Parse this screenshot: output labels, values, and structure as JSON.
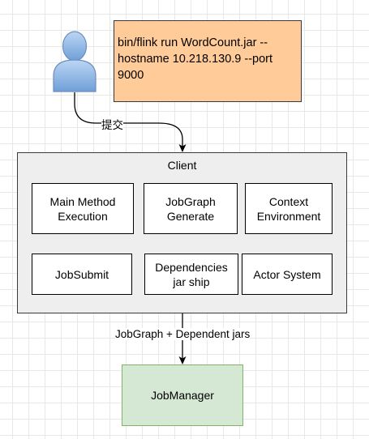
{
  "command": {
    "text": "bin/flink run WordCount.jar --hostname 10.218.130.9 --port 9000"
  },
  "edges": {
    "submit_label": "提交",
    "client_to_jm_label": "JobGraph + Dependent jars"
  },
  "client": {
    "title": "Client",
    "components": [
      "Main Method Execution",
      "JobGraph Generate",
      "Context Environment",
      "JobSubmit",
      "Dependencies jar ship",
      "Actor System"
    ]
  },
  "jobmanager": {
    "label": "JobManager"
  },
  "colors": {
    "command_fill": "#ffcc99",
    "client_fill": "#eeeeee",
    "jobmanager_fill": "#d5e8d4",
    "jobmanager_stroke": "#82b366",
    "user_fill": "#9ec1e8",
    "user_stroke": "#6c8ebf"
  },
  "icons": {
    "user": "user-icon"
  }
}
